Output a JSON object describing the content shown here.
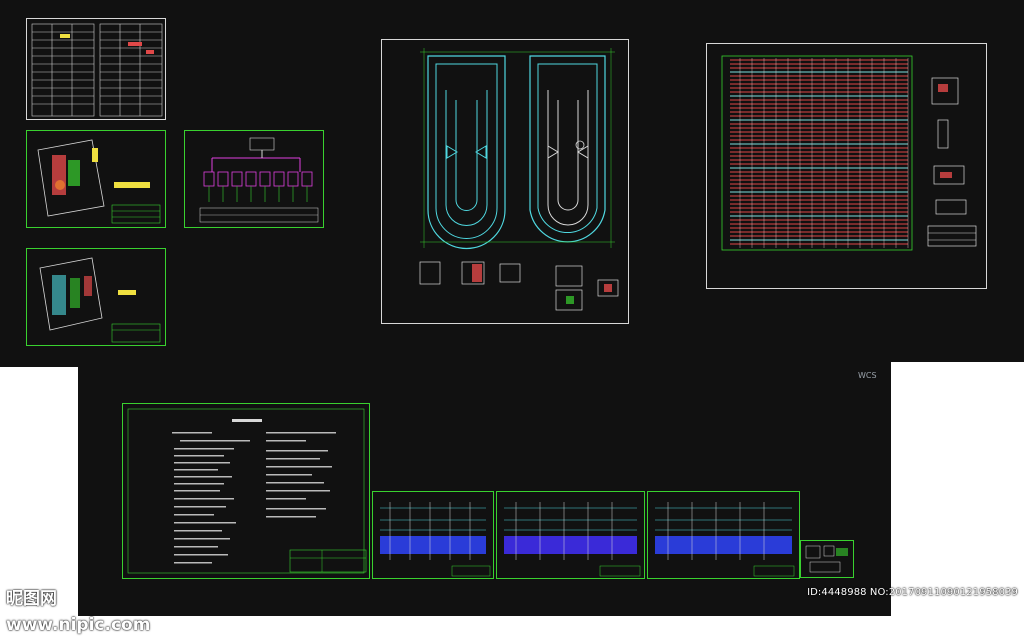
{
  "view": {
    "ucs_label": "WCS"
  },
  "watermark": {
    "logo": "昵图网",
    "url": "www.nipic.com"
  },
  "image_info": {
    "id_text": "ID:4448988 NO:20170911090121958039"
  },
  "colors": {
    "background": "#111111",
    "frame_green": "#39d12f",
    "frame_white": "#e6e6e6",
    "cyan": "#4fd8e0",
    "magenta": "#e040e0",
    "red_hatch": "#e04848",
    "blue_fill": "#2a3cd8",
    "yellow": "#f0e040"
  }
}
